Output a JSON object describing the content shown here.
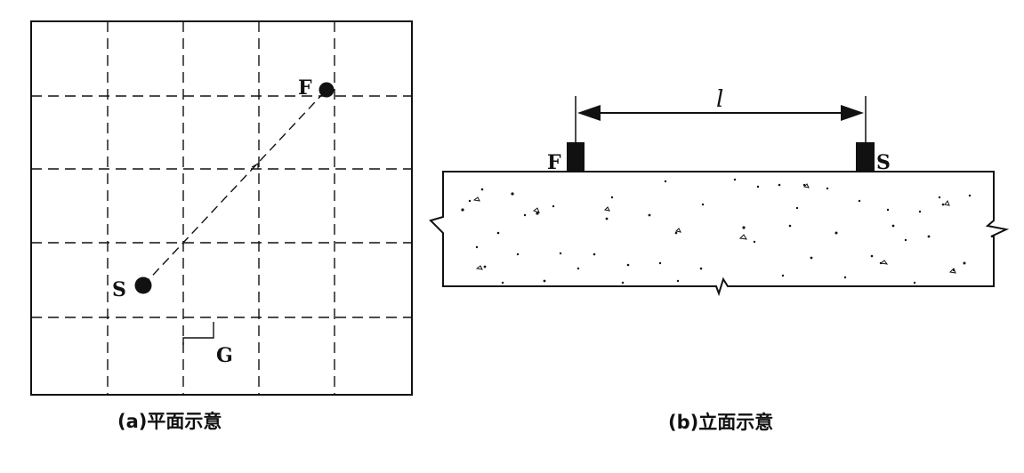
{
  "plan_view": {
    "caption": "(a)平面示意",
    "point_f_label": "F",
    "point_s_label": "S",
    "grid_label": "G"
  },
  "elevation_view": {
    "caption": "(b)立面示意",
    "distance_label": "l",
    "point_f_label": "F",
    "point_s_label": "S"
  }
}
